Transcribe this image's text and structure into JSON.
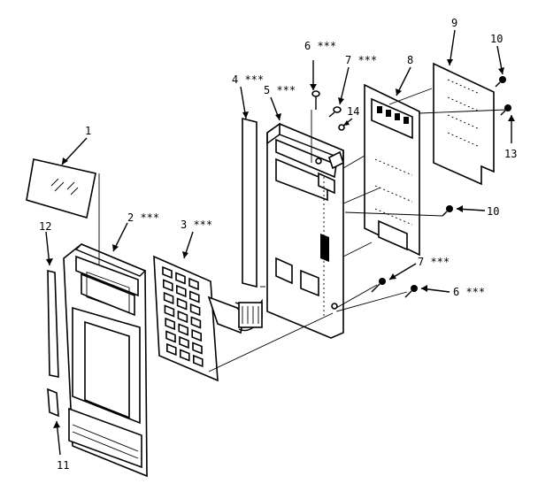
{
  "callouts": [
    {
      "id": "c1",
      "text": "1"
    },
    {
      "id": "c2",
      "text": "2 ***"
    },
    {
      "id": "c3",
      "text": "3 ***"
    },
    {
      "id": "c4",
      "text": "4 ***"
    },
    {
      "id": "c5",
      "text": "5 ***"
    },
    {
      "id": "c6a",
      "text": "6 ***"
    },
    {
      "id": "c7a",
      "text": "7 ***"
    },
    {
      "id": "c8",
      "text": "8"
    },
    {
      "id": "c9",
      "text": "9"
    },
    {
      "id": "c10a",
      "text": "10"
    },
    {
      "id": "c14",
      "text": "14"
    },
    {
      "id": "c13",
      "text": "13"
    },
    {
      "id": "c10b",
      "text": "10"
    },
    {
      "id": "c7b",
      "text": "7 ***"
    },
    {
      "id": "c6b",
      "text": "6 ***"
    },
    {
      "id": "c12",
      "text": "12"
    },
    {
      "id": "c11",
      "text": "11"
    }
  ]
}
